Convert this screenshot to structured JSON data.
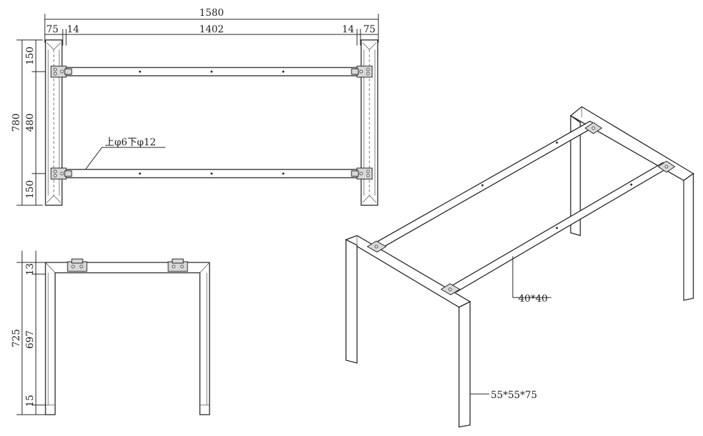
{
  "top_view": {
    "overall_width": "1580",
    "end_width_left": "75",
    "gap_left": "14",
    "beam_span": "1402",
    "gap_right": "14",
    "end_width_right": "75",
    "overall_depth": "780",
    "offset_top": "150",
    "beam_spacing": "480",
    "offset_bottom": "150",
    "hole_note": "上φ6下φ12"
  },
  "side_view": {
    "overall_height": "725",
    "top_rail": "13",
    "leg_height": "697",
    "foot": "15"
  },
  "iso_view": {
    "beam_section": "40*40",
    "leg_section": "55*55*75"
  }
}
